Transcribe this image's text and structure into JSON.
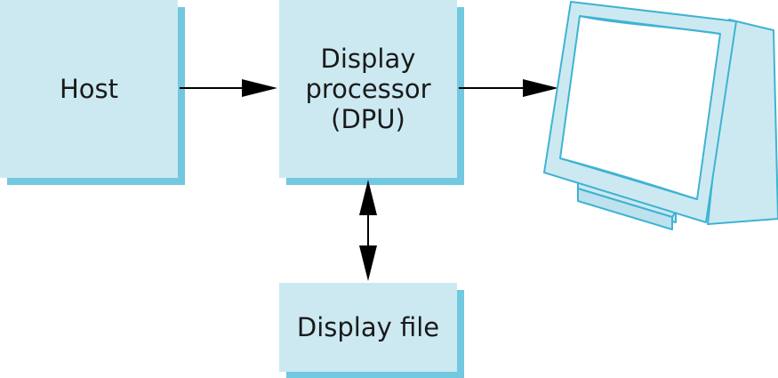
{
  "nodes": {
    "host": {
      "label": "Host"
    },
    "display_processor": {
      "label_lines": [
        "Display",
        "processor",
        "(DPU)"
      ]
    },
    "display_file": {
      "label": "Display file"
    }
  },
  "icons": {
    "monitor": "crt-monitor-icon"
  },
  "colors": {
    "box_fill": "#cce9f2",
    "box_shadow": "#72c8df",
    "monitor_fill": "#cce9f2",
    "monitor_stroke": "#3fb3d3",
    "arrow": "#000000"
  }
}
